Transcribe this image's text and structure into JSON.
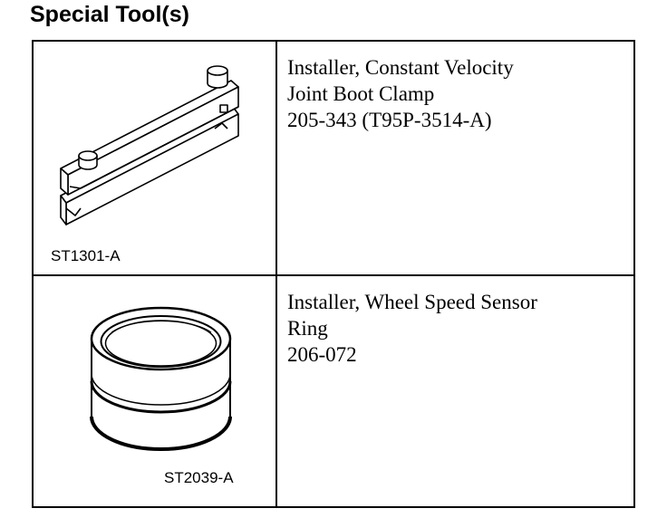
{
  "title": "Special Tool(s)",
  "tools": [
    {
      "image_code": "ST1301-A",
      "name_line1": "Installer, Constant Velocity",
      "name_line2": "Joint Boot Clamp",
      "part_number": "205-343 (T95P-3514-A)",
      "icon": "boot-clamp-installer-icon"
    },
    {
      "image_code": "ST2039-A",
      "name_line1": "Installer, Wheel Speed Sensor",
      "name_line2": "Ring",
      "part_number": "206-072",
      "icon": "sensor-ring-installer-icon"
    }
  ]
}
